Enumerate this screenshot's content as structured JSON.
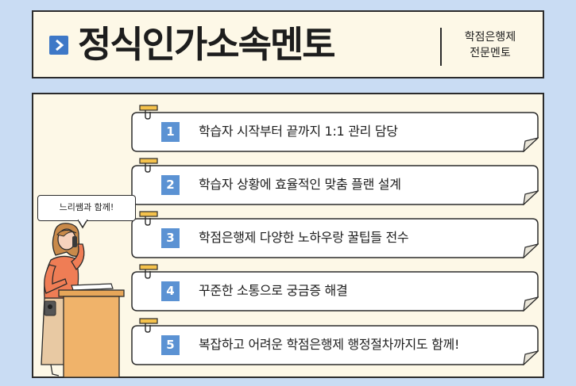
{
  "header": {
    "title": "정식인가소속멘토",
    "subtitle_line1": "학점은행제",
    "subtitle_line2": "전문멘토",
    "icon": "chevron-right-icon"
  },
  "speech_bubble": "느리쌤과 함께!",
  "items": [
    {
      "num": "1",
      "text": "학습자 시작부터 끝까지 1:1 관리 담당"
    },
    {
      "num": "2",
      "text": "학습자 상황에  효율적인 맞춤 플랜 설계"
    },
    {
      "num": "3",
      "text": "학점은행제 다양한 노하우랑 꿀팁들 전수"
    },
    {
      "num": "4",
      "text": "꾸준한 소통으로 궁금증 해결"
    },
    {
      "num": "5",
      "text": "복잡하고 어려운 학점은행제 행정절차까지도 함께!"
    }
  ],
  "colors": {
    "background": "#c9dcf3",
    "panel": "#fdf8e7",
    "number_badge": "#5b92d3",
    "chevron": "#3e78c7",
    "clip": "#f5c24c"
  }
}
